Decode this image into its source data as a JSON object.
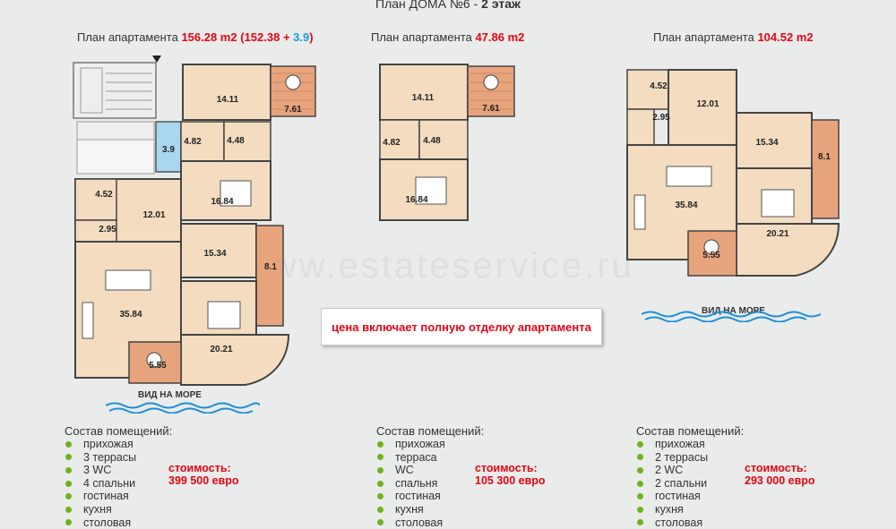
{
  "header": {
    "title_prefix": "План ДОМА №6 - ",
    "title_floor": "2 этаж"
  },
  "watermark": "www.estateservice.ru",
  "note": "цена включает полную отделку апартамента",
  "sea_view": "ВИД НА МОРЕ",
  "apartments": [
    {
      "label_prefix": "План апартамента ",
      "area": "156.28 m2",
      "open_paren": " (",
      "area_main": "152.38",
      "plus": " + ",
      "area_extra": "3.9",
      "close_paren": ")",
      "rooms": [
        "7.61",
        "14.11",
        "4.82",
        "4.48",
        "3.9",
        "16.84",
        "4.52",
        "12.01",
        "2.95",
        "15.34",
        "8.1",
        "35.84",
        "20.21",
        "5.55"
      ],
      "composition_title": "Состав помещений:",
      "composition": [
        "прихожая",
        "3 террасы",
        "3 WC",
        "4 спальни",
        "гостиная",
        "кухня",
        "столовая"
      ],
      "price_label": "стоимость:",
      "price": "399 500 евро"
    },
    {
      "label_prefix": "План апартамента ",
      "area": "47.86 m2",
      "rooms": [
        "14.11",
        "7.61",
        "4.82",
        "4.48",
        "16.84"
      ],
      "composition_title": "Состав помещений:",
      "composition": [
        "прихожая",
        "терраса",
        "WC",
        "спальня",
        "гостиная",
        "кухня",
        "столовая"
      ],
      "price_label": "стоимость:",
      "price": "105 300 евро"
    },
    {
      "label_prefix": "План апартамента ",
      "area": "104.52 m2",
      "rooms": [
        "4.52",
        "12.01",
        "2.95",
        "15.34",
        "8.1",
        "35.84",
        "20.21",
        "5.55"
      ],
      "composition_title": "Состав помещений:",
      "composition": [
        "прихожая",
        "2 террасы",
        "2 WC",
        "2 спальни",
        "гостиная",
        "кухня",
        "столовая"
      ],
      "price_label": "стоимость:",
      "price": "293 000 евро"
    }
  ],
  "colors": {
    "background": "#eaebeb",
    "accent_red": "#e30613",
    "accent_blue": "#1a9ad6",
    "bullet_green": "#6fb21f",
    "room_fill": "#f3dcc0",
    "terrace_fill": "#e7a47c",
    "extra_fill": "#a9d7ef",
    "sea_blue": "#1e90d6"
  }
}
